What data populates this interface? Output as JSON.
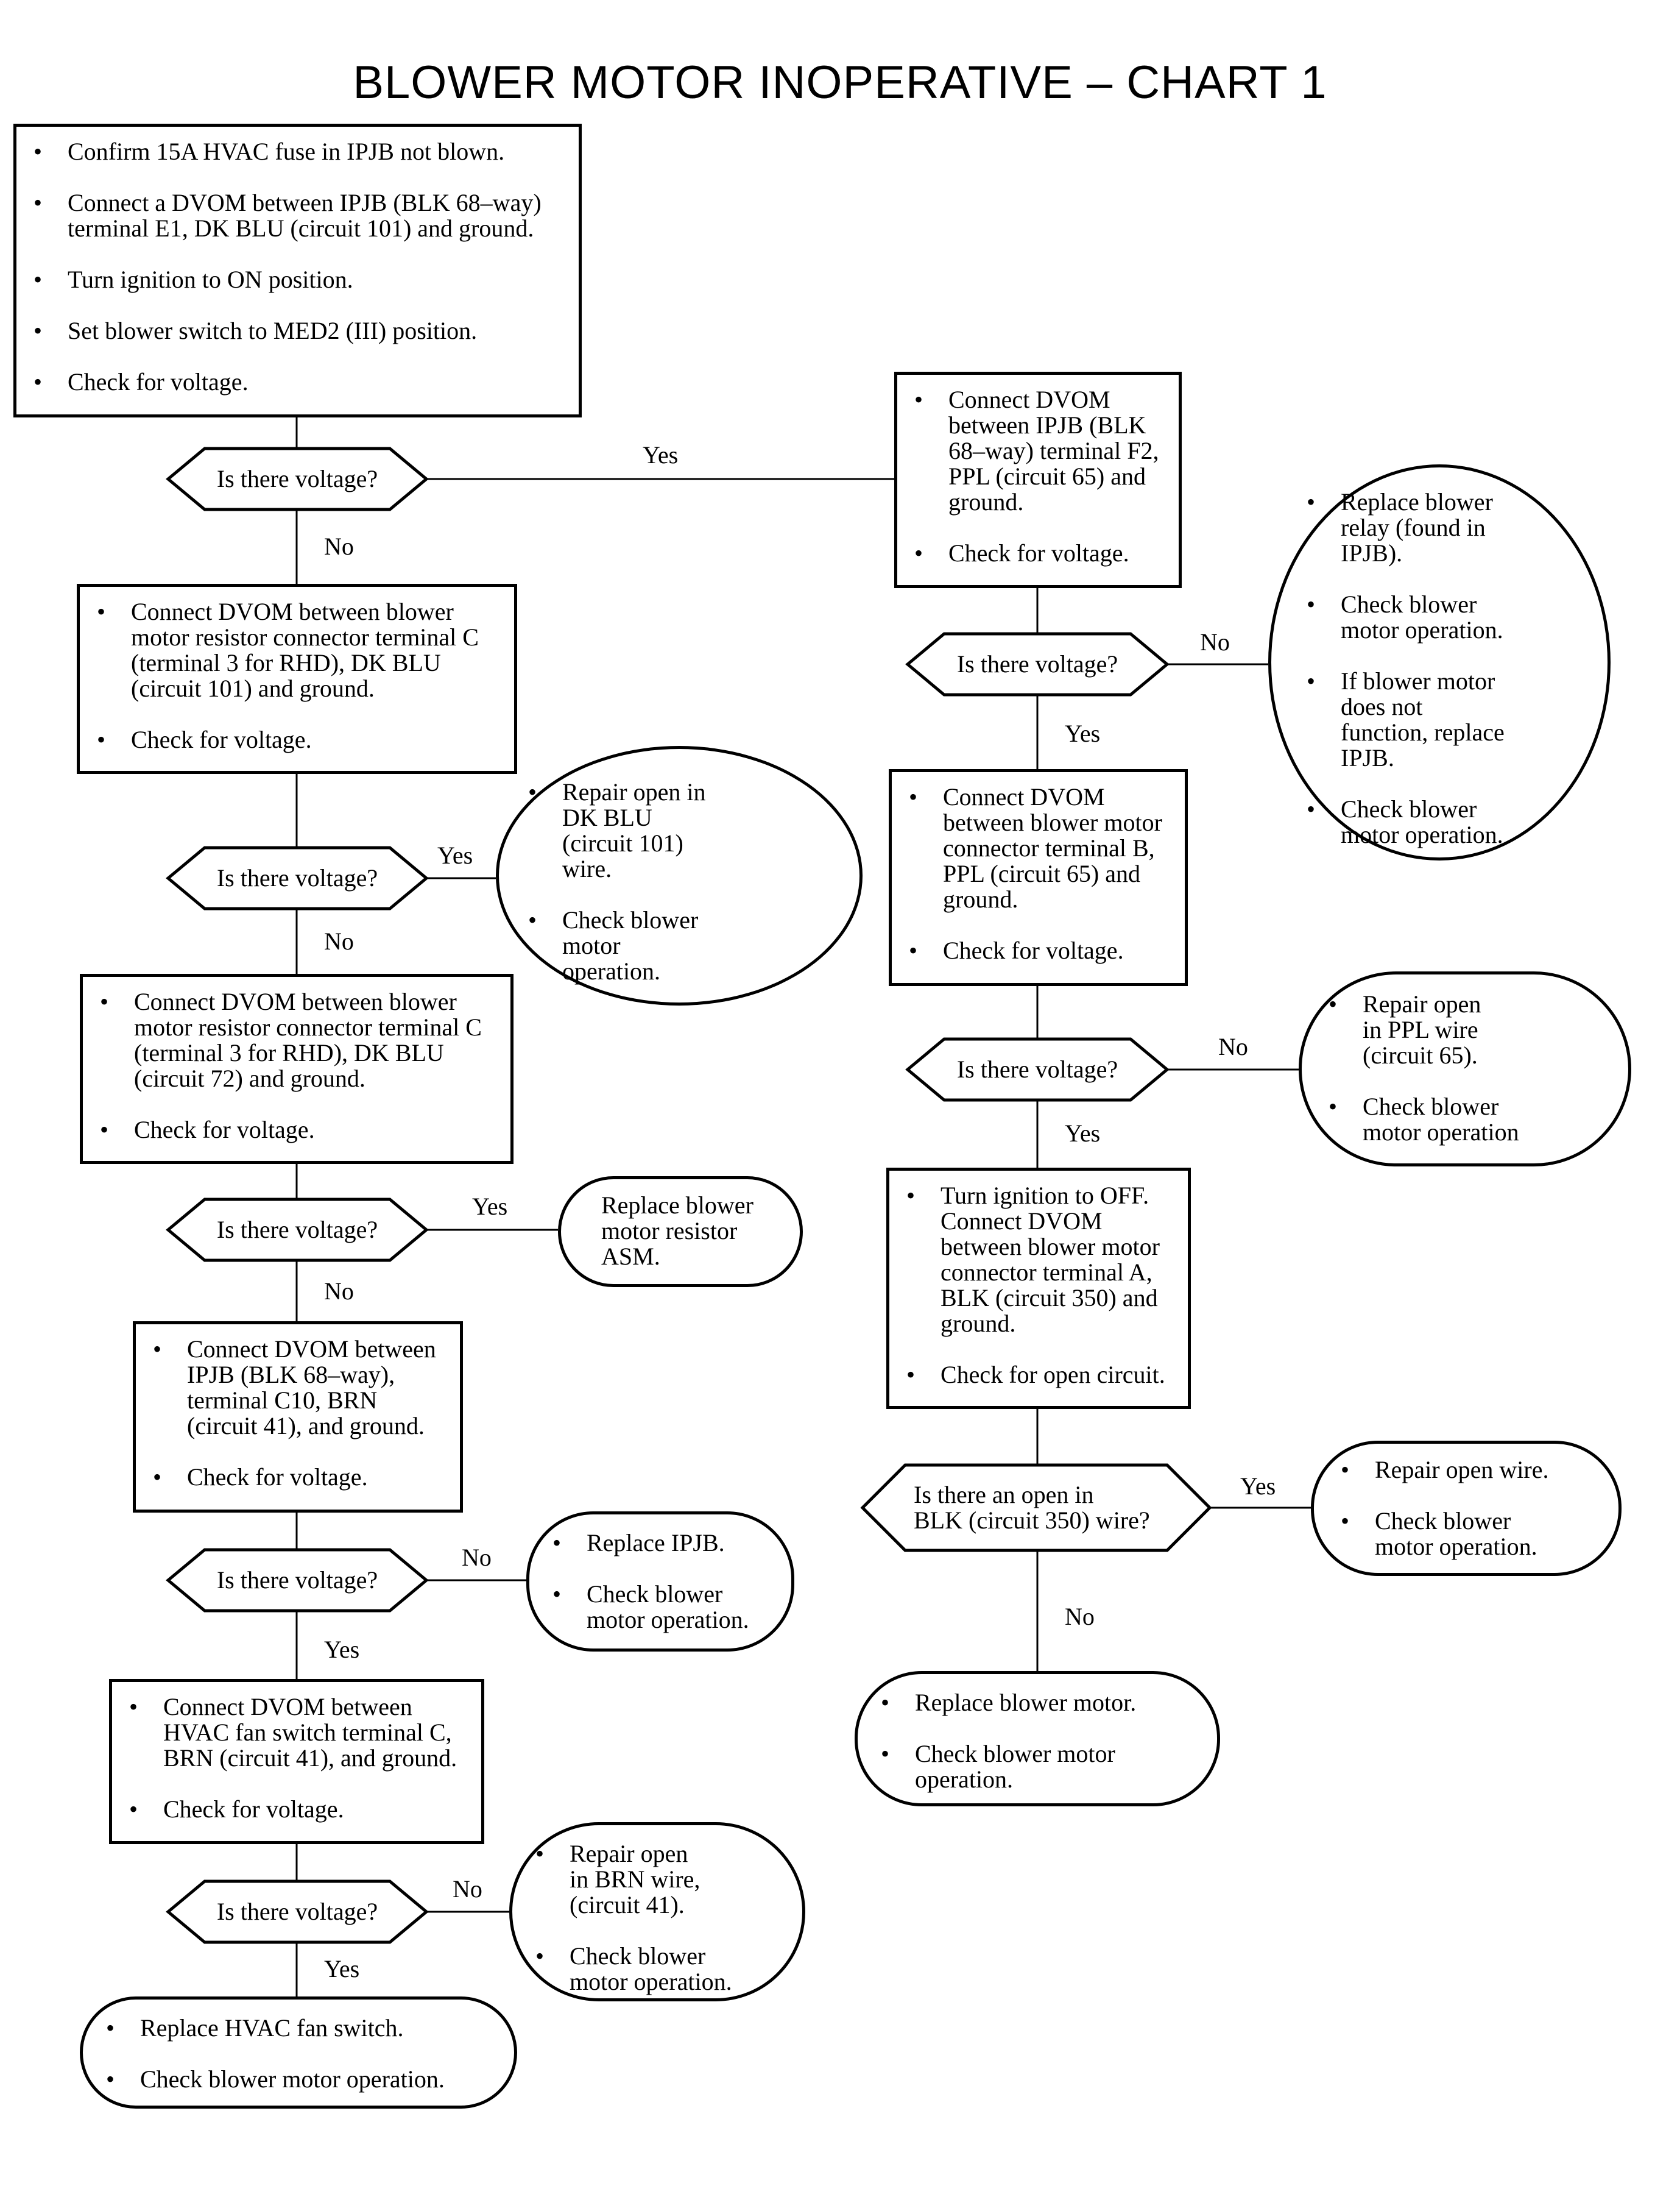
{
  "title": "BLOWER MOTOR INOPERATIVE – CHART 1",
  "nodes": {
    "step1": [
      "Confirm 15A HVAC fuse in IPJB not blown.",
      "Connect a DVOM between IPJB (BLK 68–way)\nterminal E1, DK BLU (circuit 101) and ground.",
      "Turn ignition to ON position.",
      "Set blower switch to MED2 (III) position.",
      "Check for voltage."
    ],
    "step2": [
      "Connect DVOM between blower\nmotor resistor connector terminal C\n(terminal 3 for RHD), DK BLU\n(circuit 101) and ground.",
      "Check for voltage."
    ],
    "step3": [
      "Connect DVOM between blower\nmotor resistor connector terminal C\n(terminal 3 for RHD), DK BLU\n(circuit 72) and ground.",
      "Check for voltage."
    ],
    "step4": [
      "Connect DVOM between\nIPJB (BLK 68–way),\nterminal C10, BRN\n(circuit 41), and ground.",
      "Check for voltage."
    ],
    "step5": [
      "Connect DVOM between\nHVAC fan switch terminal C,\nBRN (circuit 41), and ground.",
      "Check for voltage."
    ],
    "end_switch": [
      "Replace HVAC fan switch.",
      "Check blower motor operation."
    ],
    "end_dkblu": [
      "Repair open in\nDK BLU\n(circuit 101)\nwire.",
      "Check blower\nmotor\noperation."
    ],
    "end_resistor": "Replace blower\nmotor resistor\nASM.",
    "end_ipjb": [
      "Replace IPJB.",
      "Check blower\nmotor operation."
    ],
    "end_brn": [
      "Repair open\nin BRN wire,\n(circuit 41).",
      "Check blower\nmotor operation."
    ],
    "r_step1": [
      "Connect DVOM\nbetween IPJB (BLK\n68–way) terminal F2,\nPPL (circuit 65) and\nground.",
      "Check for voltage."
    ],
    "r_step2": [
      "Connect DVOM\nbetween blower motor\nconnector terminal B,\nPPL (circuit 65) and\nground.",
      "Check for voltage."
    ],
    "r_step3": [
      "Turn ignition to OFF.\nConnect DVOM\nbetween blower motor\nconnector terminal A,\nBLK (circuit 350) and\nground.",
      "Check for open circuit."
    ],
    "end_relay": [
      "Replace blower\nrelay (found in\nIPJB).",
      "Check blower\nmotor operation.",
      "If blower motor\ndoes not\nfunction, replace\nIPJB.",
      "Check blower\nmotor operation."
    ],
    "end_ppl": [
      "Repair open\nin PPL wire\n(circuit 65).",
      "Check blower\nmotor operation"
    ],
    "end_blk": [
      "Repair open wire.",
      "Check blower\nmotor operation."
    ],
    "end_motor": [
      "Replace blower motor.",
      "Check blower motor\noperation."
    ]
  },
  "decisions": {
    "d1": "Is there voltage?",
    "d2": "Is there voltage?",
    "d3": "Is there voltage?",
    "d4": "Is there voltage?",
    "d5": "Is there voltage?",
    "rd1": "Is there voltage?",
    "rd2": "Is there voltage?",
    "rd3": "Is there an open in\nBLK (circuit 350) wire?"
  },
  "edges": {
    "d1_yes": "Yes",
    "d1_no": "No",
    "d2_yes": "Yes",
    "d2_no": "No",
    "d3_yes": "Yes",
    "d3_no": "No",
    "d4_no": "No",
    "d4_yes": "Yes",
    "d5_no": "No",
    "d5_yes": "Yes",
    "rd1_no": "No",
    "rd1_yes": "Yes",
    "rd2_no": "No",
    "rd2_yes": "Yes",
    "rd3_yes": "Yes",
    "rd3_no": "No"
  }
}
